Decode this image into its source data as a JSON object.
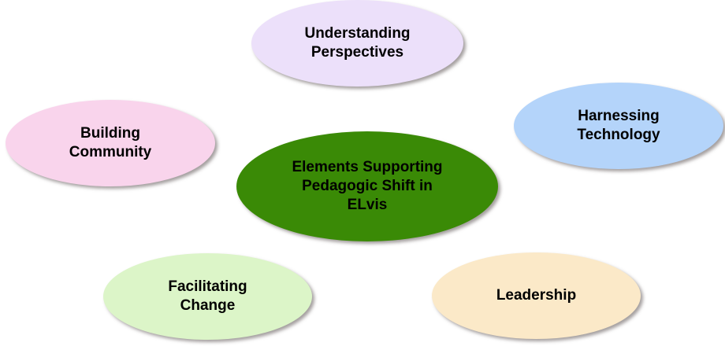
{
  "diagram": {
    "type": "hub-and-spoke",
    "center": {
      "label": "Elements Supporting\nPedagogic Shift in\nELvis",
      "color": "#3a8a06"
    },
    "nodes": [
      {
        "id": "top",
        "label": "Understanding\nPerspectives",
        "color": "#ece0fa"
      },
      {
        "id": "left",
        "label": "Building\nCommunity",
        "color": "#f9d4ec"
      },
      {
        "id": "right",
        "label": "Harnessing\nTechnology",
        "color": "#b4d4fa"
      },
      {
        "id": "bottom-left",
        "label": "Facilitating\nChange",
        "color": "#dcf5c8"
      },
      {
        "id": "bottom-right",
        "label": "Leadership",
        "color": "#fbe9c8"
      }
    ]
  }
}
